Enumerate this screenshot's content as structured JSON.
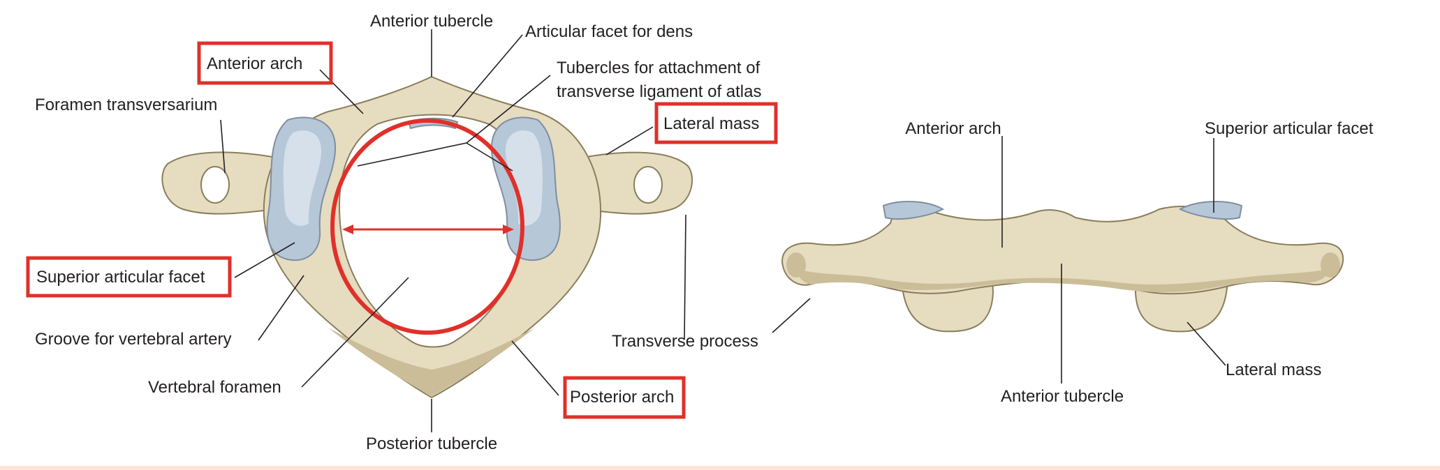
{
  "colors": {
    "highlight": "#e0302a",
    "bone": "#e6dcc0",
    "bone_shadow": "#cbbd98",
    "facet": "#b6c7d8",
    "label_text": "#231f20",
    "bottom_rule": "#fde6d9"
  },
  "superior_view": {
    "labels": {
      "anterior_tubercle": "Anterior tubercle",
      "articular_facet_for_dens": "Articular facet for dens",
      "tubercles_line1": "Tubercles for attachment of",
      "tubercles_line2": "transverse ligament of atlas",
      "anterior_arch": "Anterior arch",
      "foramen_transversarium": "Foramen transversarium",
      "lateral_mass": "Lateral mass",
      "superior_articular_facet": "Superior articular facet",
      "groove_for_vertebral_artery": "Groove for vertebral artery",
      "vertebral_foramen": "Vertebral foramen",
      "transverse_process": "Transverse process",
      "posterior_arch": "Posterior arch",
      "posterior_tubercle": "Posterior tubercle"
    },
    "highlighted": [
      "Anterior arch",
      "Lateral mass",
      "Superior articular facet",
      "Posterior arch"
    ]
  },
  "anterior_view": {
    "labels": {
      "anterior_arch": "Anterior arch",
      "superior_articular_facet": "Superior articular facet",
      "anterior_tubercle": "Anterior tubercle",
      "lateral_mass": "Lateral mass"
    }
  }
}
